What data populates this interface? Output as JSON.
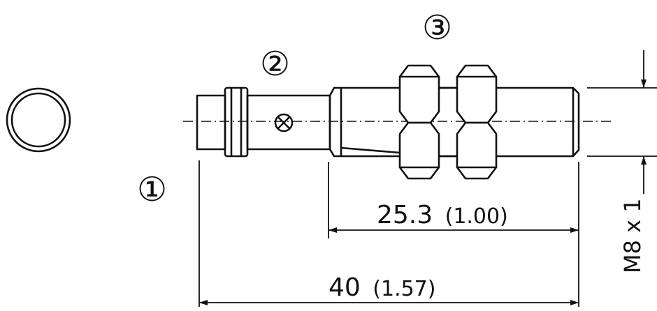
{
  "callouts": {
    "one": "①",
    "two": "②",
    "three": "③"
  },
  "dimensions": {
    "overall_length": "40",
    "overall_length_inch": "(1.57)",
    "thread_length": "25.3",
    "thread_length_inch": "(1.00)",
    "thread_spec": "M8 x 1"
  }
}
